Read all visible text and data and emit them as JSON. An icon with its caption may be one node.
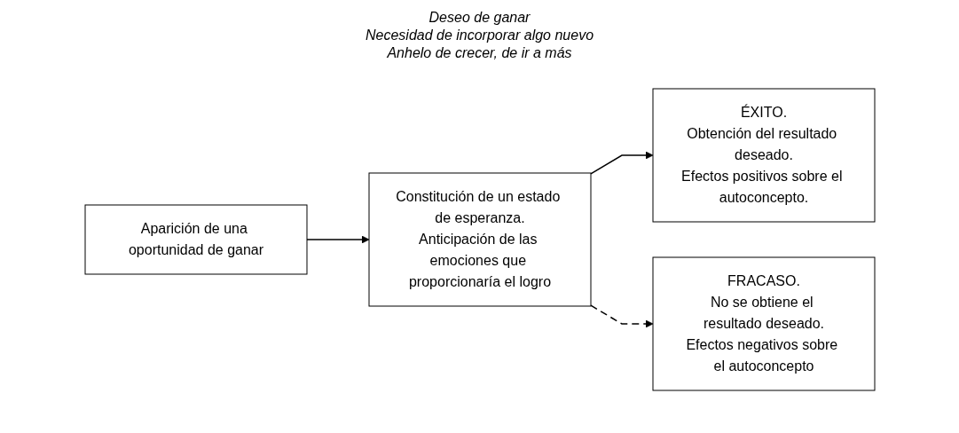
{
  "diagram": {
    "nodes": [
      {
        "text": [
          "Aparición de una oportunidad de ganar"
        ]
      },
      {
        "text": [
          "Constitución de un estado de esperanza.",
          "Anticipación de las emociones que proporcionaría el logro"
        ]
      },
      {
        "text": [
          "ÉXITO.",
          "Obtención del resultado deseado.",
          "Efectos positivos sobre el autoconcepto."
        ]
      },
      {
        "text": [
          "FRACASO.",
          "No se obtiene el resultado deseado.",
          "Efectos negativos sobre el autoconcepto"
        ]
      }
    ],
    "edges": [
      {
        "from": 0,
        "to": 1,
        "arrow": "to"
      },
      {
        "from": 1,
        "to": 2,
        "arrow": "to"
      },
      {
        "from": 1,
        "to": 3,
        "arrow": "to",
        "style": "dashed"
      }
    ],
    "labels": [
      "Deseo de ganar",
      "Necesidad de incorporar algo nuevo",
      "Anhelo de crecer, de ir a más"
    ]
  }
}
